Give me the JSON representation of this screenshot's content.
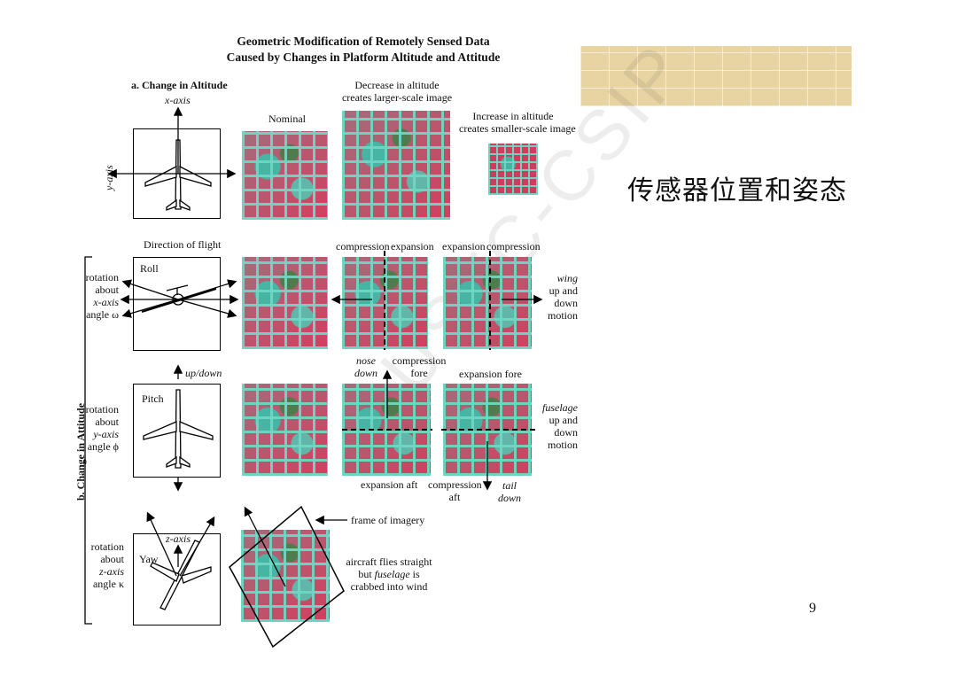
{
  "title_line1": "Geometric Modification of Remotely Sensed Data",
  "title_line2": "Caused by Changes in Platform Altitude and Attitude",
  "chinese_heading": "传感器位置和姿态",
  "page_number": "9",
  "watermark": "USTC-CSIP",
  "section_a": {
    "heading": "a. Change in Altitude",
    "x_axis": "x-axis",
    "y_axis": "y-axis",
    "nominal": "Nominal",
    "decrease_1": "Decrease in altitude",
    "decrease_2": "creates larger-scale image",
    "increase_1": "Increase in altitude",
    "increase_2": "creates smaller-scale image",
    "direction": "Direction of flight"
  },
  "section_b": {
    "heading": "b. Change in Attitude",
    "roll": {
      "label": "Roll",
      "rot1": "rotation",
      "rot2": "about",
      "rot3": "x-axis",
      "rot4": "angle ω",
      "h_compression_1": "compression",
      "h_expansion_1": "expansion",
      "h_expansion_2": "expansion",
      "h_compression_2": "compression",
      "wing": "wing",
      "up_and": "up and",
      "down": "down",
      "motion": "motion"
    },
    "pitch": {
      "label": "Pitch",
      "updown": "up/down",
      "rot1": "rotation",
      "rot2": "about",
      "rot3": "y-axis",
      "rot4": "angle ϕ",
      "nose": "nose",
      "nose_down": "down",
      "compression_fore_1": "compression",
      "compression_fore_2": "fore",
      "expansion_fore": "expansion fore",
      "fuselage": "fuselage",
      "up_and": "up and",
      "down": "down",
      "motion": "motion",
      "expansion_aft": "expansion aft",
      "compression_aft_1": "compression",
      "compression_aft_2": "aft",
      "tail": "tail",
      "tail_down": "down"
    },
    "yaw": {
      "label": "Yaw",
      "z_axis": "z-axis",
      "rot1": "rotation",
      "rot2": "about",
      "rot3": "z-axis",
      "rot4": "angle κ",
      "frame": "frame of imagery",
      "crab1": "aircraft flies straight",
      "crab2_pre": "but ",
      "crab2_it": "fuselage",
      "crab2_post": " is",
      "crab3": "crabbed into wind"
    }
  },
  "colors": {
    "field_red": "#cf3d5d",
    "field_cyan": "#6ed7c3",
    "map_tan": "#e8d3a3"
  }
}
